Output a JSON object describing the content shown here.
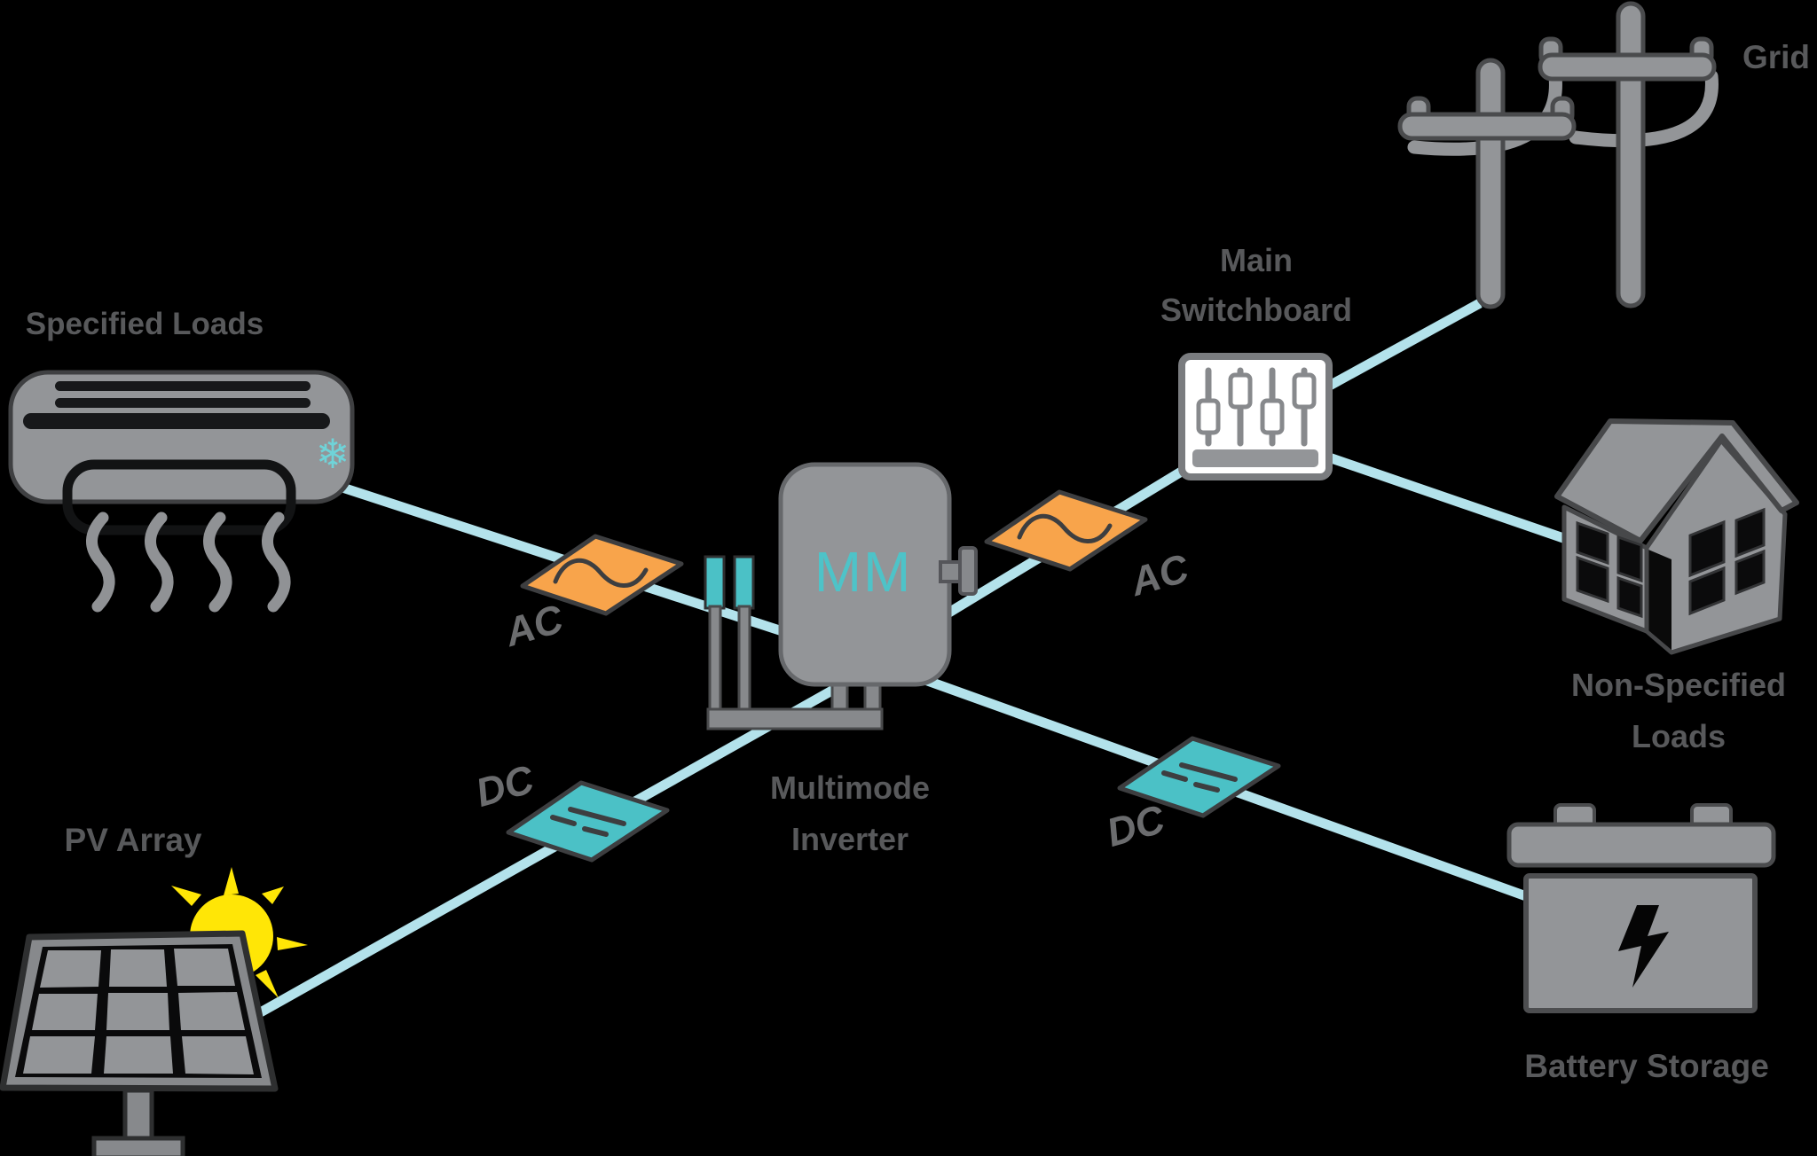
{
  "title": "Multimode inverter energy system diagram",
  "colors": {
    "background": "#000000",
    "icon_gray": "#939598",
    "icon_gray_dark": "#87898c",
    "outline_dark": "#3f4042",
    "label_gray": "#58595b",
    "accent_teal": "#4bc1c6",
    "mm_teal": "#4ec3c8",
    "accent_orange": "#f8a44b",
    "connection_blue": "#b3e2eb",
    "sun_yellow": "#ffe606",
    "snowflake_teal": "#6fd3d8",
    "switchboard_white": "#ffffff"
  },
  "nodes": {
    "specified_loads": {
      "label": "Specified Loads",
      "icon": "air-conditioner"
    },
    "grid": {
      "label": "Grid",
      "icon": "utility-poles"
    },
    "main_switchboard": {
      "label": "Main\nSwitchboard",
      "icon": "switchboard"
    },
    "multimode_inverter": {
      "label": "Multimode\nInverter",
      "badge": "MM",
      "icon": "inverter"
    },
    "non_specified_loads": {
      "label": "Non-Specified\nLoads",
      "icon": "house"
    },
    "battery_storage": {
      "label": "Battery Storage",
      "icon": "battery"
    },
    "pv_array": {
      "label": "PV Array",
      "icon": "solar-panel-with-sun"
    }
  },
  "link_badges": {
    "ac_specified": "AC",
    "ac_switchboard": "AC",
    "dc_pv": "DC",
    "dc_battery": "DC"
  },
  "icons": {
    "snowflake": "❄"
  }
}
